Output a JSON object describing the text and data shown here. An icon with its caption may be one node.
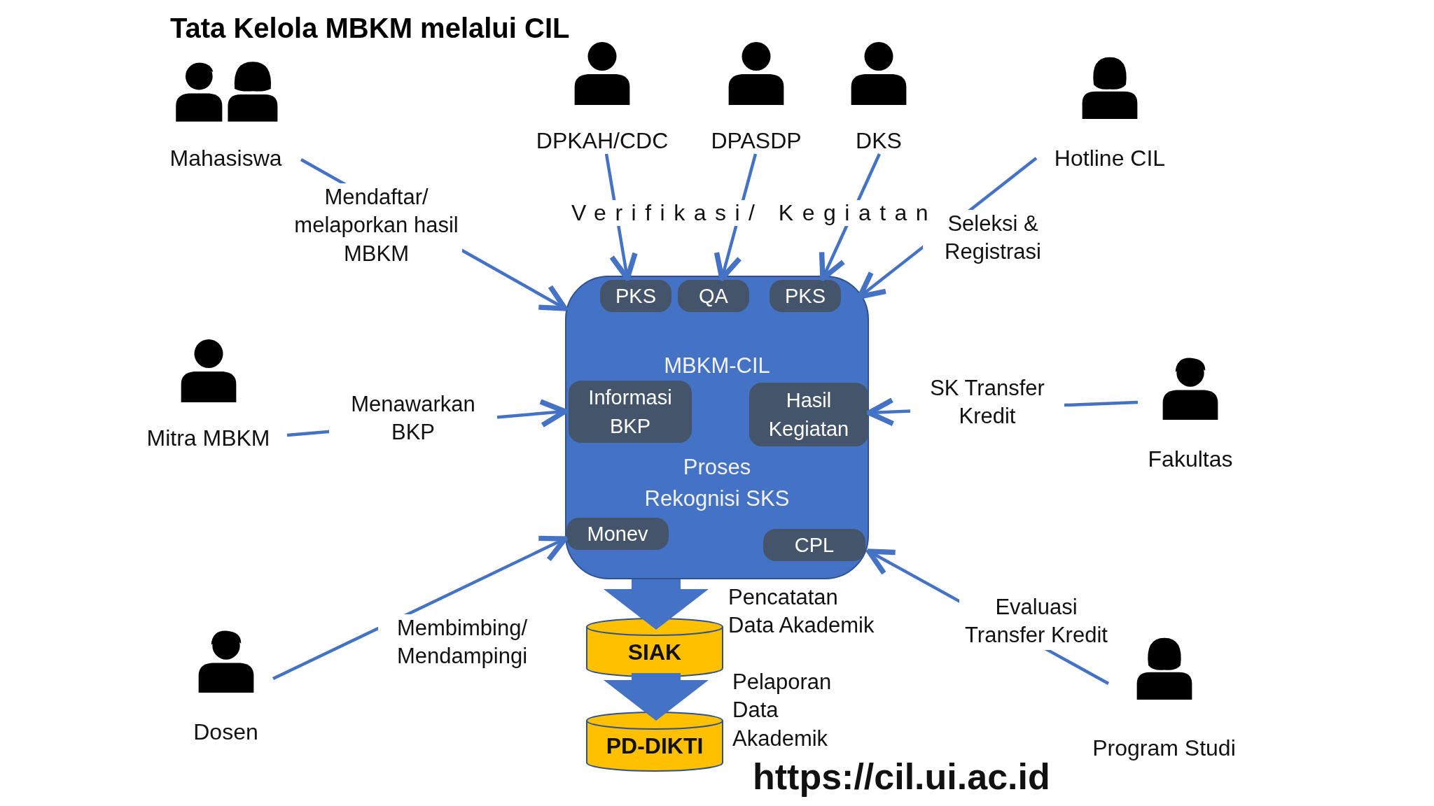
{
  "diagram": {
    "title": "Tata Kelola MBKM melalui CIL",
    "nodes": [
      {
        "text": [
          "Mahasiswa"
        ]
      },
      {
        "text": [
          "DPKAH/CDC"
        ]
      },
      {
        "text": [
          "DPASDP"
        ]
      },
      {
        "text": [
          "DKS"
        ]
      },
      {
        "text": [
          "Hotline CIL"
        ]
      },
      {
        "text": [
          "MBKM-CIL",
          "Proses Rekognisi SKS"
        ]
      },
      {
        "text": [
          "PKS"
        ],
        "in": 5
      },
      {
        "text": [
          "QA"
        ],
        "in": 5
      },
      {
        "text": [
          "PKS"
        ],
        "in": 5
      },
      {
        "text": [
          "Informasi BKP"
        ],
        "in": 5
      },
      {
        "text": [
          "Hasil Kegiatan"
        ],
        "in": 5
      },
      {
        "text": [
          "Monev"
        ],
        "in": 5
      },
      {
        "text": [
          "CPL"
        ],
        "in": 5
      },
      {
        "text": [
          "Mitra MBKM"
        ]
      },
      {
        "text": [
          "Fakultas"
        ]
      },
      {
        "text": [
          "Dosen"
        ]
      },
      {
        "text": [
          "Program Studi"
        ]
      },
      {
        "text": [
          "SIAK"
        ]
      },
      {
        "text": [
          "PD-DIKTI"
        ]
      }
    ],
    "edges": [
      {
        "from": 0,
        "to": 5,
        "arrow": "to",
        "label": "Mendaftar/ melaporkan hasil MBKM"
      },
      {
        "from": 1,
        "to": 6,
        "arrow": "to"
      },
      {
        "from": 2,
        "to": 7,
        "arrow": "to"
      },
      {
        "from": 3,
        "to": 8,
        "arrow": "to"
      },
      {
        "from": 4,
        "to": 5,
        "arrow": "to",
        "label": "Seleksi & Registrasi"
      },
      {
        "from": 13,
        "to": 5,
        "arrow": "to",
        "label": "Menawarkan BKP"
      },
      {
        "from": 14,
        "to": 5,
        "arrow": "to",
        "label": "SK Transfer Kredit"
      },
      {
        "from": 15,
        "to": 5,
        "arrow": "to",
        "label": "Membimbing/ Mendampingi"
      },
      {
        "from": 16,
        "to": 5,
        "arrow": "to",
        "label": "Evaluasi Transfer Kredit"
      },
      {
        "from": 5,
        "to": 17,
        "arrow": "to",
        "label": "Pencatatan Data Akademik",
        "style": "thick"
      },
      {
        "from": 17,
        "to": 18,
        "arrow": "to",
        "label": "Pelaporan Data Akademik",
        "style": "thick"
      }
    ],
    "labels": [
      "Verifikasi/ Kegiatan",
      "https://cil.ui.ac.id"
    ]
  }
}
